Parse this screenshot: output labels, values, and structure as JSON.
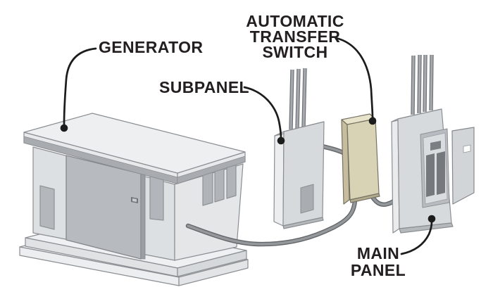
{
  "diagram": {
    "labels": {
      "generator": "GENERATOR",
      "subpanel": "SUBPANEL",
      "transfer_switch": [
        "AUTOMATIC",
        "TRANSFER",
        "SWITCH"
      ],
      "main_panel": [
        "MAIN",
        "PANEL"
      ]
    },
    "colors": {
      "background": "#ffffff",
      "label_text": "#231f20",
      "leader": "#1c1c1c",
      "wire": "#94989b",
      "wire_outline": "#63666a",
      "transfer_switch_tan": "#d9d3b6",
      "panel_gray": "#d7dadc",
      "generator_wall": "#dde0e2"
    }
  }
}
